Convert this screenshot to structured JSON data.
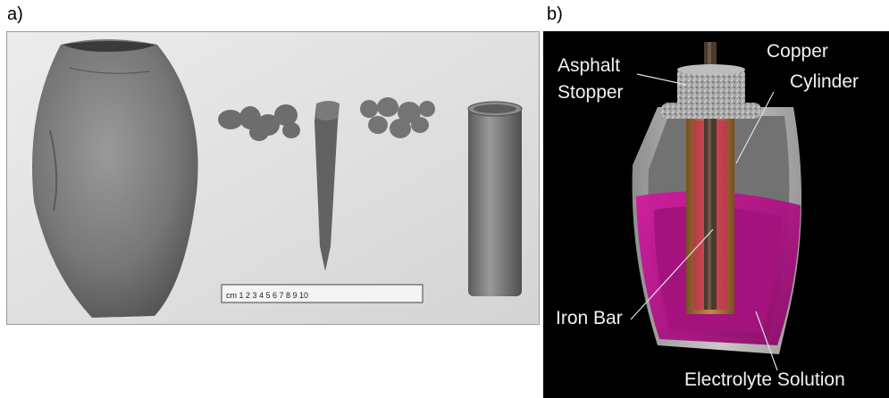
{
  "panels": {
    "a": {
      "label": "a)"
    },
    "b": {
      "label": "b)"
    }
  },
  "photo": {
    "ruler_text": "cm 1 2 3 4 5 6 7 8 9 10"
  },
  "diagram": {
    "callouts": {
      "asphalt_line1": "Asphalt",
      "asphalt_line2": "Stopper",
      "copper_line1": "Copper",
      "copper_line2": "Cylinder",
      "iron": "Iron Bar",
      "electrolyte": "Electrolyte Solution"
    },
    "colors": {
      "background": "#000000",
      "jar": "#b8b8b8",
      "solution": "#c0108f",
      "copper": "#b07a3a",
      "iron": "#4a3b30",
      "stopper": "#9c9c9c"
    }
  }
}
